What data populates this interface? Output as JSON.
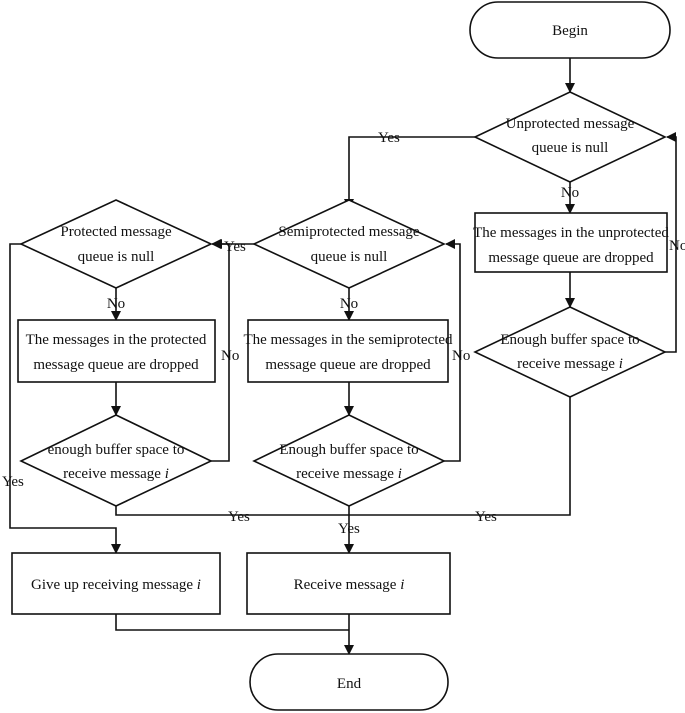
{
  "begin": "Begin",
  "end": "End",
  "unprotected_check": [
    "Unprotected message",
    "queue is null"
  ],
  "unprotected_drop": [
    "The messages in the unprotected",
    "message queue are dropped"
  ],
  "unprotected_buffer": [
    "Enough buffer space to",
    "receive message ",
    "i"
  ],
  "semi_check": [
    "Semiprotected message",
    "queue is null"
  ],
  "semi_drop": [
    "The messages in the semiprotected",
    "message queue are dropped"
  ],
  "semi_buffer": [
    "Enough buffer space to",
    "receive message ",
    "i"
  ],
  "prot_check": [
    "Protected message",
    "queue is null"
  ],
  "prot_drop": [
    "The messages in the protected",
    "message queue are dropped"
  ],
  "prot_buffer": [
    "enough buffer space to",
    "receive message ",
    "i"
  ],
  "give_up": [
    "Give up receiving message ",
    "i"
  ],
  "receive": [
    "Receive message ",
    "i"
  ],
  "labels": {
    "yes": "Yes",
    "no": "No"
  }
}
